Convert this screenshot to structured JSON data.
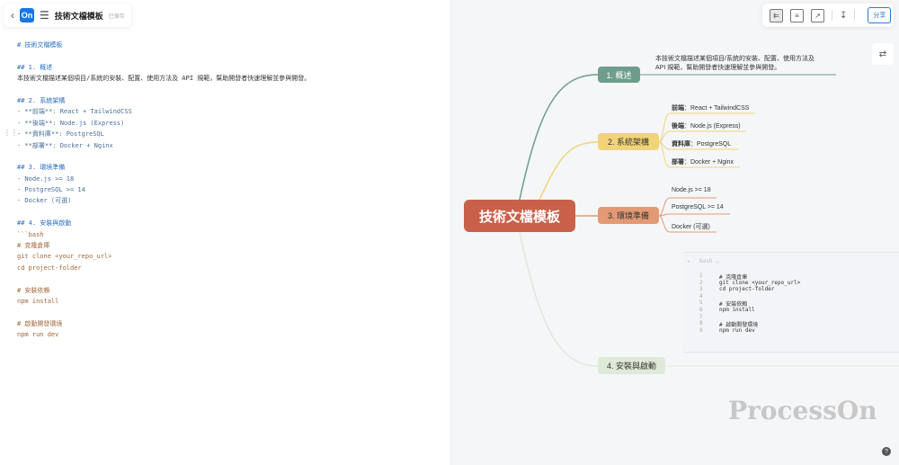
{
  "header": {
    "back_icon": "chevron-left",
    "logo": "On",
    "menu_icon": "hamburger",
    "title": "技術文檔模板",
    "saved": "已保存"
  },
  "editor": {
    "lines": [
      {
        "t": "# 技術文檔模板",
        "c": "h"
      },
      {
        "t": "",
        "c": ""
      },
      {
        "t": "## 1. 概述",
        "c": "h"
      },
      {
        "t": "本技術文檔描述某個項目/系統的安裝、配置、使用方法及 API 規範，幫助開發者快速理解並參與開發。",
        "c": ""
      },
      {
        "t": "",
        "c": ""
      },
      {
        "t": "## 2. 系統架構",
        "c": "h"
      },
      {
        "t": "- **前端**: React + TailwindCSS",
        "c": "li"
      },
      {
        "t": "- **後端**: Node.js (Express)",
        "c": "li"
      },
      {
        "t": "- **資料庫**: PostgreSQL",
        "c": "li"
      },
      {
        "t": "- **部署**: Docker + Nginx",
        "c": "li"
      },
      {
        "t": "",
        "c": ""
      },
      {
        "t": "## 3. 環境準備",
        "c": "h"
      },
      {
        "t": "- Node.js >= 18",
        "c": "li"
      },
      {
        "t": "- PostgreSQL >= 14",
        "c": "li"
      },
      {
        "t": "- Docker (可選)",
        "c": "li"
      },
      {
        "t": "",
        "c": ""
      },
      {
        "t": "## 4. 安裝與啟動",
        "c": "h"
      },
      {
        "t": "```bash",
        "c": "code"
      },
      {
        "t": "# 克隆倉庫",
        "c": "code"
      },
      {
        "t": "git clone <your_repo_url>",
        "c": "code"
      },
      {
        "t": "cd project-folder",
        "c": "code"
      },
      {
        "t": "",
        "c": ""
      },
      {
        "t": "# 安裝依賴",
        "c": "code"
      },
      {
        "t": "npm install",
        "c": "code"
      },
      {
        "t": "",
        "c": ""
      },
      {
        "t": "# 啟動開發環境",
        "c": "code"
      },
      {
        "t": "npm run dev",
        "c": "code"
      }
    ]
  },
  "toolbar": {
    "share": "分享",
    "icons": [
      "mindmap-view",
      "outline-view",
      "fullscreen",
      "download"
    ]
  },
  "mindmap": {
    "center": "技術文檔模板",
    "b1": {
      "label": "1. 概述",
      "color": "#6e9e8b",
      "desc1": "本技術文檔描述某個項目/系統的安裝、配置、使用方法及",
      "desc2": "API 規範，幫助開發者快速理解並參與開發。"
    },
    "b2": {
      "label": "2. 系統架構",
      "color": "#f1d37a",
      "items": [
        {
          "k": "前端",
          "v": "React + TailwindCSS"
        },
        {
          "k": "後端",
          "v": "Node.js (Express)"
        },
        {
          "k": "資料庫",
          "v": "PostgreSQL"
        },
        {
          "k": "部署",
          "v": "Docker + Nginx"
        }
      ]
    },
    "b3": {
      "label": "3. 環境準備",
      "color": "#e39a74",
      "items": [
        "Node.js >= 18",
        "PostgreSQL >= 14",
        "Docker (可選)"
      ]
    },
    "b4": {
      "label": "4. 安裝與啟動",
      "color": "#dfe9d7"
    },
    "code": {
      "lang": "bash",
      "lines": [
        "# 克隆倉庫",
        "git clone <your_repo_url>",
        "cd project-folder",
        "",
        "# 安裝依賴",
        "npm install",
        "",
        "# 啟動開發環境",
        "npm run dev"
      ]
    }
  },
  "watermark": "ProcessOn",
  "help": "?"
}
